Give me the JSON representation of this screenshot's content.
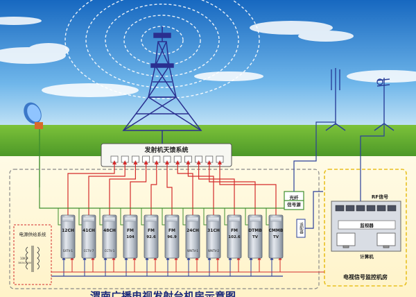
{
  "header": {
    "antenna_feeder": "发射机天馈系统"
  },
  "transmitters": [
    {
      "label": "12CH",
      "source": "SXTV-1"
    },
    {
      "label": "41CH",
      "source": "CCTV-7"
    },
    {
      "label": "48CH",
      "source": "CCTV-1"
    },
    {
      "label": "FM",
      "sub": "104",
      "source": ""
    },
    {
      "label": "FM",
      "sub": "92.6",
      "source": ""
    },
    {
      "label": "FM",
      "sub": "96.9",
      "source": ""
    },
    {
      "label": "24CH",
      "source": "WNTV-1"
    },
    {
      "label": "31CH",
      "source": "WNTV-2"
    },
    {
      "label": "FM",
      "sub": "102.6",
      "source": ""
    },
    {
      "label": "DTMB",
      "sub": "TV",
      "source": ""
    },
    {
      "label": "CMMB",
      "sub": "TV",
      "source": ""
    }
  ],
  "power": {
    "title": "电源供给系统",
    "note_line1": "10KV",
    "note_line2": "380V/220V"
  },
  "fiber_source": {
    "line1": "光纤",
    "line2": "信号源"
  },
  "adapter": "适配器",
  "monitor_room": {
    "rf_signal": "RF信号",
    "monitor": "监视器",
    "computer": "计算机",
    "title": "电视信号监控机房"
  },
  "footer_title": "渭南广播电视发射台机房示意图",
  "colors": {
    "sky_top": "#1d6fc4",
    "sky_bottom": "#bfe3f6",
    "grass": "#5fae2c",
    "tower": "#2a2f8f",
    "signal_red": "#d32b2b",
    "wire_blue": "#2a3f9a",
    "wire_green": "#3f8f2f",
    "frame_yellow": "#e8c020"
  }
}
